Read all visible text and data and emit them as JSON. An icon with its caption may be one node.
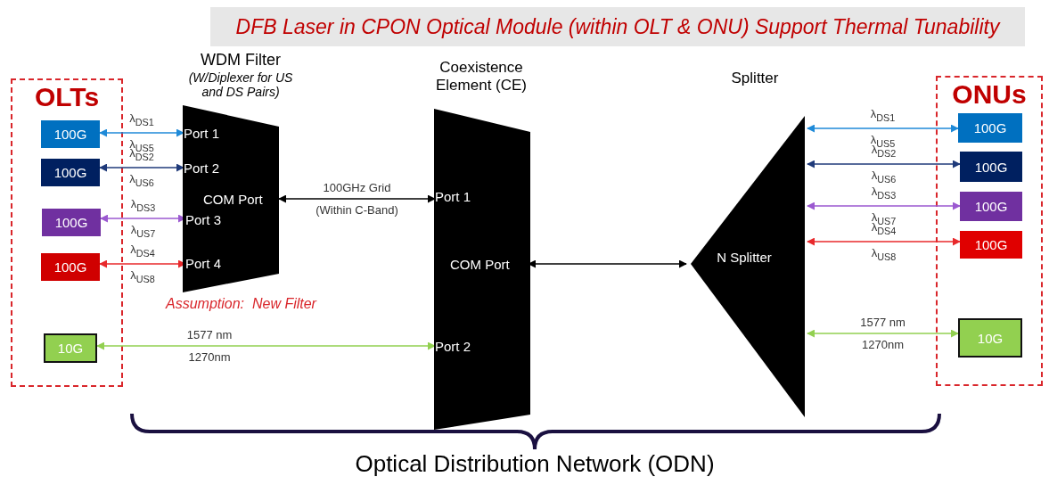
{
  "diagram": {
    "title": "DFB Laser in CPON Optical Module (within OLT & ONU) Support Thermal Tunability",
    "caption": "Optical Distribution Network (ODN)",
    "nodes": [
      {
        "text": [
          "OLTs"
        ]
      },
      {
        "text": [
          "100G"
        ],
        "in": 0
      },
      {
        "text": [
          "100G"
        ],
        "in": 0
      },
      {
        "text": [
          "100G"
        ],
        "in": 0
      },
      {
        "text": [
          "100G"
        ],
        "in": 0
      },
      {
        "text": [
          "10G"
        ],
        "in": 0
      },
      {
        "text": [
          "WDM Filter",
          "(W/Diplexer for US and DS Pairs)"
        ],
        "beside": [
          "Assumption:  New Filter"
        ]
      },
      {
        "text": [
          "Port 1"
        ],
        "in": 6
      },
      {
        "text": [
          "Port 2"
        ],
        "in": 6
      },
      {
        "text": [
          "COM Port"
        ],
        "in": 6
      },
      {
        "text": [
          "Port 3"
        ],
        "in": 6
      },
      {
        "text": [
          "Port 4"
        ],
        "in": 6
      },
      {
        "text": [
          "Coexistence Element (CE)"
        ]
      },
      {
        "text": [
          "Port 1"
        ],
        "in": 12
      },
      {
        "text": [
          "COM Port"
        ],
        "in": 12
      },
      {
        "text": [
          "Port 2"
        ],
        "in": 12
      },
      {
        "text": [
          "Splitter",
          "N Splitter"
        ]
      },
      {
        "text": [
          "ONUs"
        ]
      },
      {
        "text": [
          "100G"
        ],
        "in": 17
      },
      {
        "text": [
          "100G"
        ],
        "in": 17
      },
      {
        "text": [
          "100G"
        ],
        "in": 17
      },
      {
        "text": [
          "100G"
        ],
        "in": 17
      },
      {
        "text": [
          "10G"
        ],
        "in": 17
      }
    ],
    "edges": [
      {
        "from": 1,
        "to": 7,
        "arrow": "both",
        "label": "λ$_{DS1}$ λ$_{US5}$",
        "color": "#1f8ad8"
      },
      {
        "from": 2,
        "to": 8,
        "arrow": "both",
        "label": "λ$_{DS2}$ λ$_{US6}$",
        "color": "#1f3a7a"
      },
      {
        "from": 3,
        "to": 10,
        "arrow": "both",
        "label": "λ$_{DS3}$ λ$_{US7}$",
        "color": "#9b59d0"
      },
      {
        "from": 4,
        "to": 11,
        "arrow": "both",
        "label": "λ$_{DS4}$ λ$_{US8}$",
        "color": "#e8282b"
      },
      {
        "from": 9,
        "to": 13,
        "arrow": "both",
        "label": "100GHz Grid (Within C-Band)",
        "color": "#000000"
      },
      {
        "from": 5,
        "to": 15,
        "arrow": "both",
        "label": "1577 nm 1270nm",
        "color": "#92d050"
      },
      {
        "from": 14,
        "to": 16,
        "arrow": "both",
        "color": "#000000"
      },
      {
        "from": 16,
        "to": 18,
        "arrow": "both",
        "label": "λ$_{DS1}$ λ$_{US5}$",
        "color": "#1f8ad8"
      },
      {
        "from": 16,
        "to": 19,
        "arrow": "both",
        "label": "λ$_{DS2}$ λ$_{US6}$",
        "color": "#1f3a7a"
      },
      {
        "from": 16,
        "to": 20,
        "arrow": "both",
        "label": "λ$_{DS3}$ λ$_{US7}$",
        "color": "#9b59d0"
      },
      {
        "from": 16,
        "to": 21,
        "arrow": "both",
        "label": "λ$_{DS4}$ λ$_{US8}$",
        "color": "#e8282b"
      },
      {
        "from": 16,
        "to": 22,
        "arrow": "both",
        "label": "1577 nm 1270nm",
        "color": "#92d050"
      }
    ]
  }
}
